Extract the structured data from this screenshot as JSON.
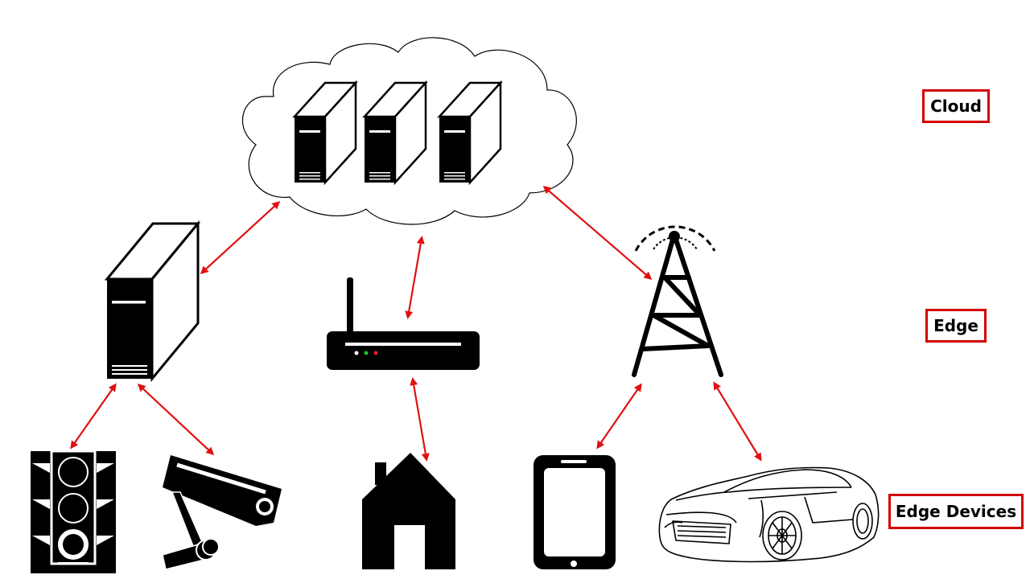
{
  "labels": {
    "cloud": "Cloud",
    "edge": "Edge",
    "edge_devices": "Edge Devices"
  },
  "colors": {
    "arrow": "#e01010",
    "label_border": "#d40000",
    "icon": "#000000",
    "router_led_white": "#ffffff",
    "router_led_green": "#22c02a",
    "router_led_red": "#e02020"
  },
  "nodes": {
    "cloud": [
      "server-icon",
      "server-icon",
      "server-icon"
    ],
    "edge": [
      "edge-server-icon",
      "router-icon",
      "cell-tower-icon"
    ],
    "edge_devices": [
      "traffic-light-icon",
      "security-camera-icon",
      "house-icon",
      "tablet-icon",
      "car-icon"
    ]
  },
  "connections": [
    [
      "cloud",
      "edge-server"
    ],
    [
      "cloud",
      "router"
    ],
    [
      "cloud",
      "cell-tower"
    ],
    [
      "edge-server",
      "traffic-light"
    ],
    [
      "edge-server",
      "security-camera"
    ],
    [
      "router",
      "house"
    ],
    [
      "cell-tower",
      "tablet"
    ],
    [
      "cell-tower",
      "car"
    ]
  ]
}
